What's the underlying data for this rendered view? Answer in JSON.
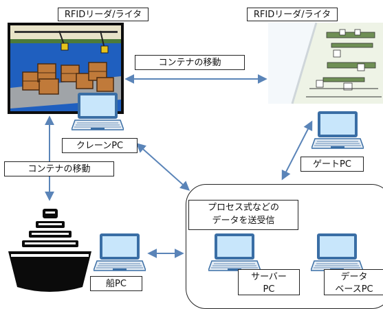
{
  "labels": {
    "rfid_left": "RFIDリーダ/ライタ",
    "rfid_right": "RFIDリーダ/ライタ",
    "move_horizontal": "コンテナの移動",
    "move_vertical": "コンテナの移動",
    "crane_pc": "クレーンPC",
    "gate_pc": "ゲートPC",
    "ship_pc": "船PC",
    "process_line1": "プロセス式などの",
    "process_line2": "データを送受信",
    "server_line1": "サーバー",
    "server_line2": "PC",
    "db_line1": "データ",
    "db_line2": "ベースPC"
  },
  "colors": {
    "arrow": "#5a84b8",
    "laptop_frame": "#3a6ea5",
    "laptop_screen": "#c8e6fb",
    "sea": "#1f5fbf",
    "dock": "#a0a4a8",
    "crate": "#c07a3a",
    "ship": "#0b0b0b"
  },
  "icons": [
    "laptop-icon",
    "ship-icon",
    "port-crane-illustration",
    "yard-map-illustration"
  ]
}
